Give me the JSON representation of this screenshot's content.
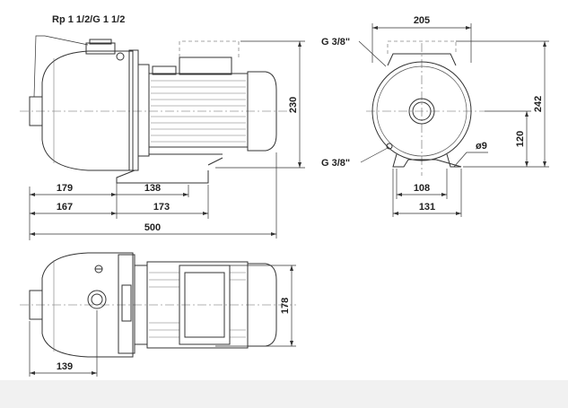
{
  "labels": {
    "inlet": "Rp 1 1/2/G 1 1/2",
    "port_top": "G 3/8\"",
    "port_bottom": "G 3/8\"",
    "hole_dia": "ø9"
  },
  "dims": {
    "overall_length": "500",
    "suction_to_foot": "179",
    "foot_width_side": "138",
    "suction_to_foot_b": "167",
    "foot_span_side": "173",
    "height_side": "230",
    "width_end": "205",
    "height_end": "242",
    "shaft_height": "120",
    "foot_inner_end": "108",
    "foot_outer_end": "131",
    "width_top": "178",
    "port_offset_top": "139"
  }
}
